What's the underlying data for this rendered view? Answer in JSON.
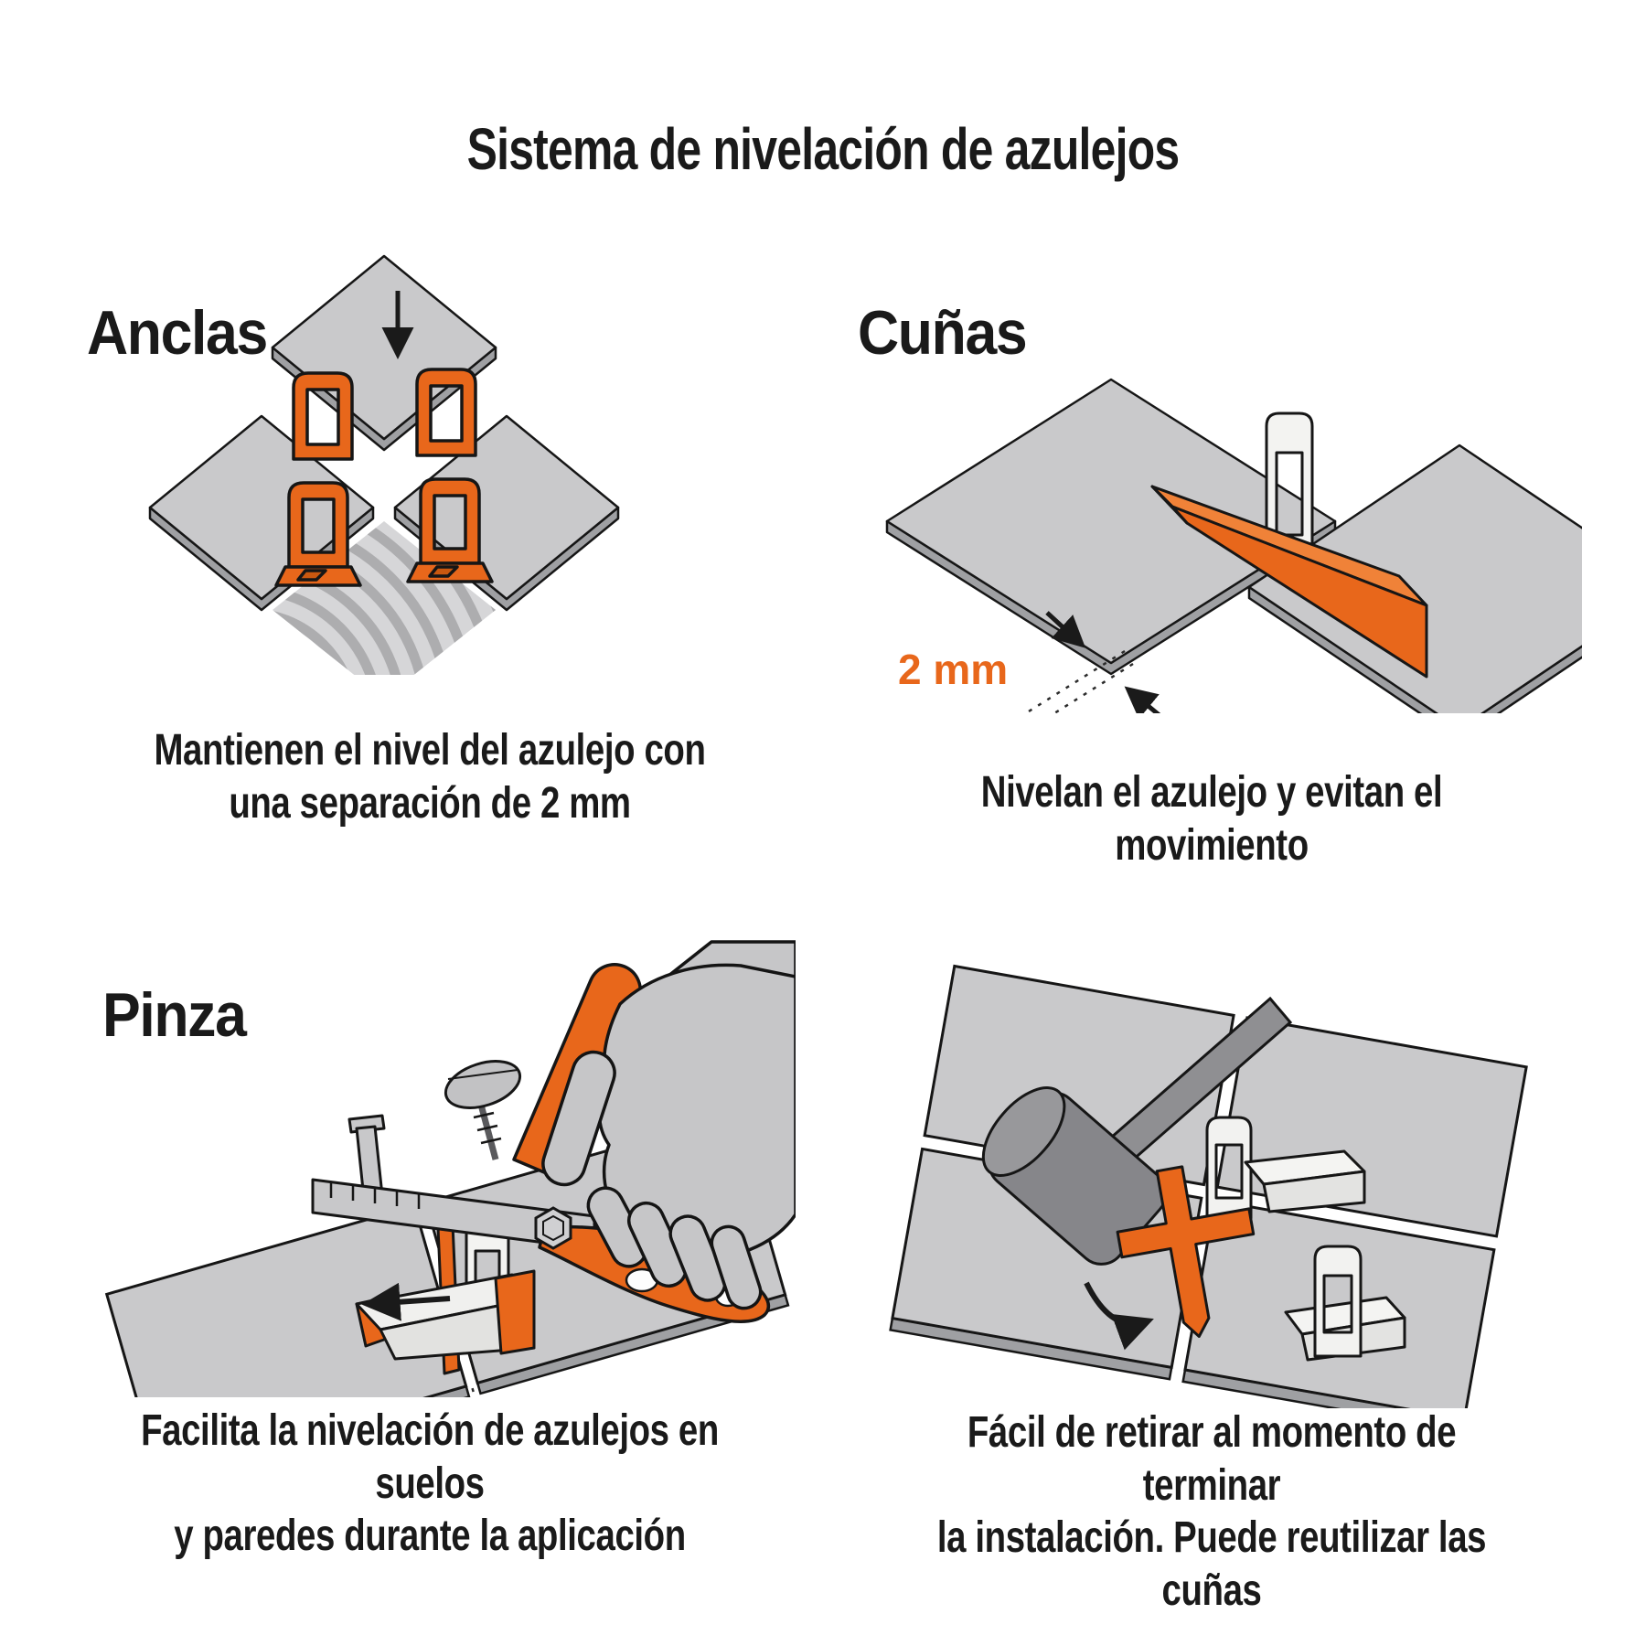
{
  "title": "Sistema de nivelación de azulejos",
  "colors": {
    "accent": "#E8671B",
    "ink": "#1A1A1A",
    "tile": "#C9C9CB",
    "tile_edge": "#9FA0A3",
    "part_white": "#F2F2F0"
  },
  "sections": {
    "anclas": {
      "label": "Anclas",
      "caption_lines": [
        "Mantienen el nivel del azulejo con",
        "una separación de 2 mm"
      ]
    },
    "cunas": {
      "label": "Cuñas",
      "gap_label": "2 mm",
      "caption_lines": [
        "Nivelan el azulejo y evitan el movimiento"
      ]
    },
    "pinza": {
      "label": "Pinza",
      "caption_lines": [
        "Facilita la nivelación de azulejos en suelos",
        "y paredes durante la aplicación"
      ]
    },
    "retirado": {
      "caption_lines": [
        "Fácil de retirar al momento de terminar",
        "la instalación. Puede reutilizar las cuñas"
      ]
    }
  }
}
